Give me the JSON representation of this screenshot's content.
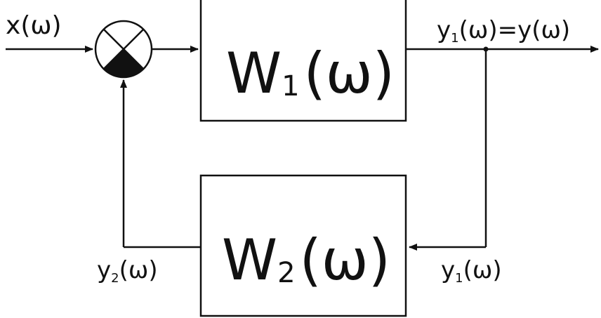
{
  "colors": {
    "stroke": "#111111",
    "background": "#ffffff"
  },
  "input_signal": {
    "base": "x",
    "arg": "(ω)"
  },
  "output_signal": {
    "base": "y",
    "sub": "1",
    "arg": "(ω)=y(ω)"
  },
  "feedback_in_signal": {
    "base": "y",
    "sub": "1",
    "arg": "(ω)"
  },
  "feedback_out_signal": {
    "base": "y",
    "sub": "2",
    "arg": "(ω)"
  },
  "block_forward": {
    "base": "W",
    "sub": "1",
    "arg": "(ω)"
  },
  "block_feedback": {
    "base": "W",
    "sub": "2",
    "arg": "(ω)"
  }
}
